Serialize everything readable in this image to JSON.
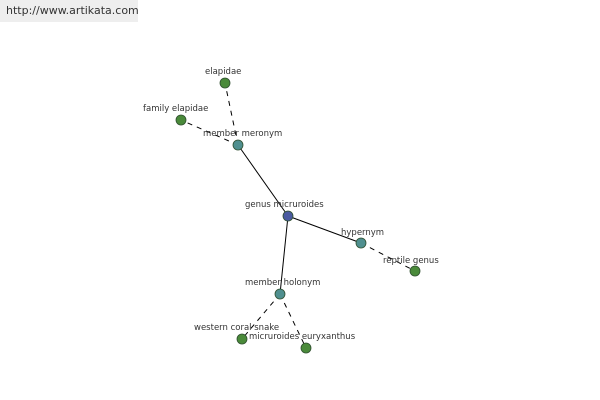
{
  "header": {
    "url": "http://www.artikata.com"
  },
  "colors": {
    "center": "#4a5aa0",
    "relation": "#4f8f8f",
    "leaf": "#4a8a3a"
  },
  "graph": {
    "nodes": [
      {
        "id": "center",
        "label": "genus micruroides",
        "kind": "center"
      },
      {
        "id": "meronym",
        "label": "member meronym",
        "kind": "relation"
      },
      {
        "id": "hypernym",
        "label": "hypernym",
        "kind": "relation"
      },
      {
        "id": "holonym",
        "label": "member holonym",
        "kind": "relation"
      },
      {
        "id": "elapidae",
        "label": "elapidae",
        "kind": "leaf"
      },
      {
        "id": "family_elapidae",
        "label": "family elapidae",
        "kind": "leaf"
      },
      {
        "id": "reptile_genus",
        "label": "reptile genus",
        "kind": "leaf"
      },
      {
        "id": "western_coral_snake",
        "label": "western coral snake",
        "kind": "leaf"
      },
      {
        "id": "micruroides_euryxanthus",
        "label": "micruroides euryxanthus",
        "kind": "leaf"
      }
    ],
    "edges": [
      {
        "from": "center",
        "to": "meronym",
        "style": "solid"
      },
      {
        "from": "center",
        "to": "hypernym",
        "style": "solid"
      },
      {
        "from": "center",
        "to": "holonym",
        "style": "solid"
      },
      {
        "from": "meronym",
        "to": "elapidae",
        "style": "dashed"
      },
      {
        "from": "meronym",
        "to": "family_elapidae",
        "style": "dashed"
      },
      {
        "from": "hypernym",
        "to": "reptile_genus",
        "style": "dashed"
      },
      {
        "from": "holonym",
        "to": "western_coral_snake",
        "style": "dashed"
      },
      {
        "from": "holonym",
        "to": "micruroides_euryxanthus",
        "style": "dashed"
      }
    ]
  }
}
